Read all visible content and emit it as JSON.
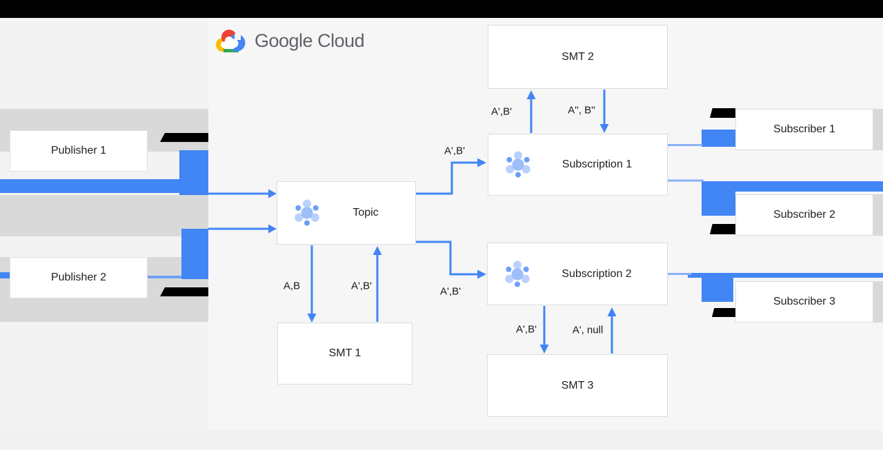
{
  "logo": {
    "label": "Google Cloud"
  },
  "nodes": {
    "publisher1": {
      "label": "Publisher 1"
    },
    "publisher2": {
      "label": "Publisher 2"
    },
    "topic": {
      "label": "Topic"
    },
    "smt1": {
      "label": "SMT 1"
    },
    "smt2": {
      "label": "SMT 2"
    },
    "smt3": {
      "label": "SMT 3"
    },
    "subscription1": {
      "label": "Subscription 1"
    },
    "subscription2": {
      "label": "Subscription 2"
    },
    "subscriber1": {
      "label": "Subscriber 1"
    },
    "subscriber2": {
      "label": "Subscriber 2"
    },
    "subscriber3": {
      "label": "Subscriber 3"
    }
  },
  "edge_labels": {
    "topic_to_smt1": "A,B",
    "smt1_to_topic": "A',B'",
    "topic_to_subscription1": "A',B'",
    "subscription1_to_smt2": "A',B'",
    "smt2_to_subscription1": "A'', B''",
    "topic_to_subscription2": "A',B'",
    "subscription2_to_smt3": "A',B'",
    "smt3_to_subscription2": "A', null"
  },
  "colors": {
    "arrow_blue": "#4285f4",
    "connector_light_blue": "#8ab1f8",
    "band_gray": "#d9d9d9",
    "logo_text_gray": "#5f6368",
    "node_border": "#d8dbde",
    "top_bar_black": "#000000"
  }
}
